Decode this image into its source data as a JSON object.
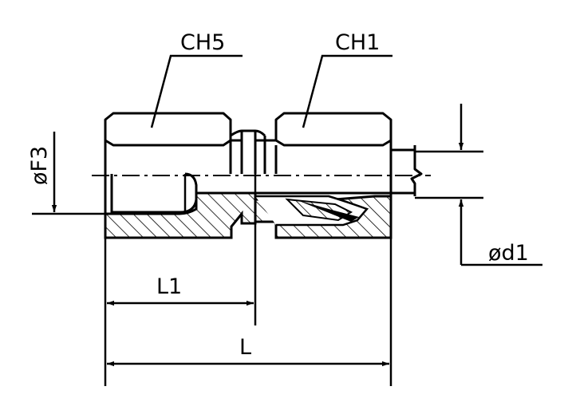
{
  "labels": {
    "ch5": "CH5",
    "ch1": "CH1",
    "f3": "øF3",
    "d1": "ød1",
    "l1": "L1",
    "l": "L"
  },
  "colors": {
    "line": "#000000",
    "background": "#ffffff"
  }
}
